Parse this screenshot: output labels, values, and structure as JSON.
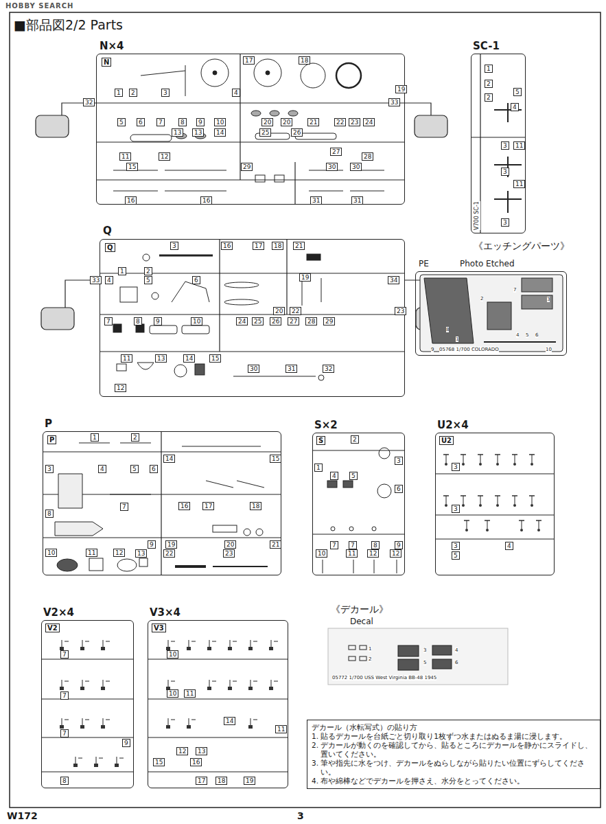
{
  "diagram": {
    "title": "■部品図2/2 Parts",
    "nodes": [
      {
        "text": [
          "N×4",
          "N"
        ]
      },
      {
        "text": [
          "SC-1"
        ]
      },
      {
        "text": [
          "《エッチングパーツ》",
          "PE",
          "Photo Etched"
        ]
      },
      {
        "text": [
          "Q",
          "Q"
        ]
      },
      {
        "text": [
          "P",
          "P"
        ]
      },
      {
        "text": [
          "S×2",
          "S"
        ]
      },
      {
        "text": [
          "U2×4",
          "U2"
        ]
      },
      {
        "text": [
          "V2×4",
          "V2"
        ]
      },
      {
        "text": [
          "V3×4",
          "V3"
        ]
      },
      {
        "text": [
          "《デカール》",
          "Decal"
        ]
      },
      {
        "text": [
          "デカール（水転写式）の貼り方",
          "1. 貼るデカールを台紙ごと切り取り1枚ずつ水またはぬるま湯に浸します。",
          "2. デカールが動くのを確認してから、貼るところにデカールを静かにスライドし、 置いてください。",
          "3. 筆や指先に水をつけ、デカールをぬらしながら貼りたい位置にずらしてください。",
          "4. 布や綿棒などでデカールを押さえ、水分をとってください。"
        ]
      }
    ],
    "labels": [
      "HOBBY SEARCH",
      "W172",
      "3",
      "1",
      "2",
      "3",
      "4",
      "17",
      "18",
      "19",
      "32",
      "33",
      "5",
      "6",
      "7",
      "8",
      "9",
      "10",
      "20",
      "20",
      "21",
      "22",
      "23",
      "24",
      "13",
      "13",
      "14",
      "25",
      "26",
      "11",
      "12",
      "27",
      "28",
      "15",
      "29",
      "30",
      "30",
      "16",
      "16",
      "31",
      "31",
      "1",
      "2",
      "2",
      "5",
      "4",
      "3",
      "11",
      "3",
      "11",
      "3",
      "V700 SC-1",
      "1",
      "2",
      "3",
      "4",
      "5",
      "6",
      "7",
      "8",
      "9",
      "10",
      "05768 1/700 COLORADO",
      "1",
      "2",
      "3",
      "16",
      "17",
      "18",
      "21",
      "4",
      "5",
      "6",
      "33",
      "34",
      "19",
      "20",
      "22",
      "23",
      "7",
      "8",
      "9",
      "10",
      "24",
      "25",
      "26",
      "27",
      "28",
      "29",
      "11",
      "13",
      "14",
      "15",
      "12",
      "30",
      "31",
      "32",
      "1",
      "2",
      "3",
      "4",
      "5",
      "6",
      "7",
      "8",
      "9",
      "10",
      "11",
      "12",
      "13",
      "14",
      "15",
      "16",
      "17",
      "18",
      "19",
      "20",
      "21",
      "22",
      "23",
      "2",
      "1",
      "3",
      "4",
      "5",
      "6",
      "7",
      "7",
      "8",
      "9",
      "10",
      "11",
      "12",
      "12",
      "3",
      "3",
      "3",
      "4",
      "5",
      "7",
      "7",
      "7",
      "9",
      "8",
      "10",
      "10",
      "11",
      "14",
      "11",
      "12",
      "13",
      "15",
      "16",
      "17",
      "18",
      "19",
      "1",
      "2",
      "3",
      "4",
      "5",
      "6",
      "05772 1/700 USS West Virginia BB-48 1945"
    ]
  }
}
